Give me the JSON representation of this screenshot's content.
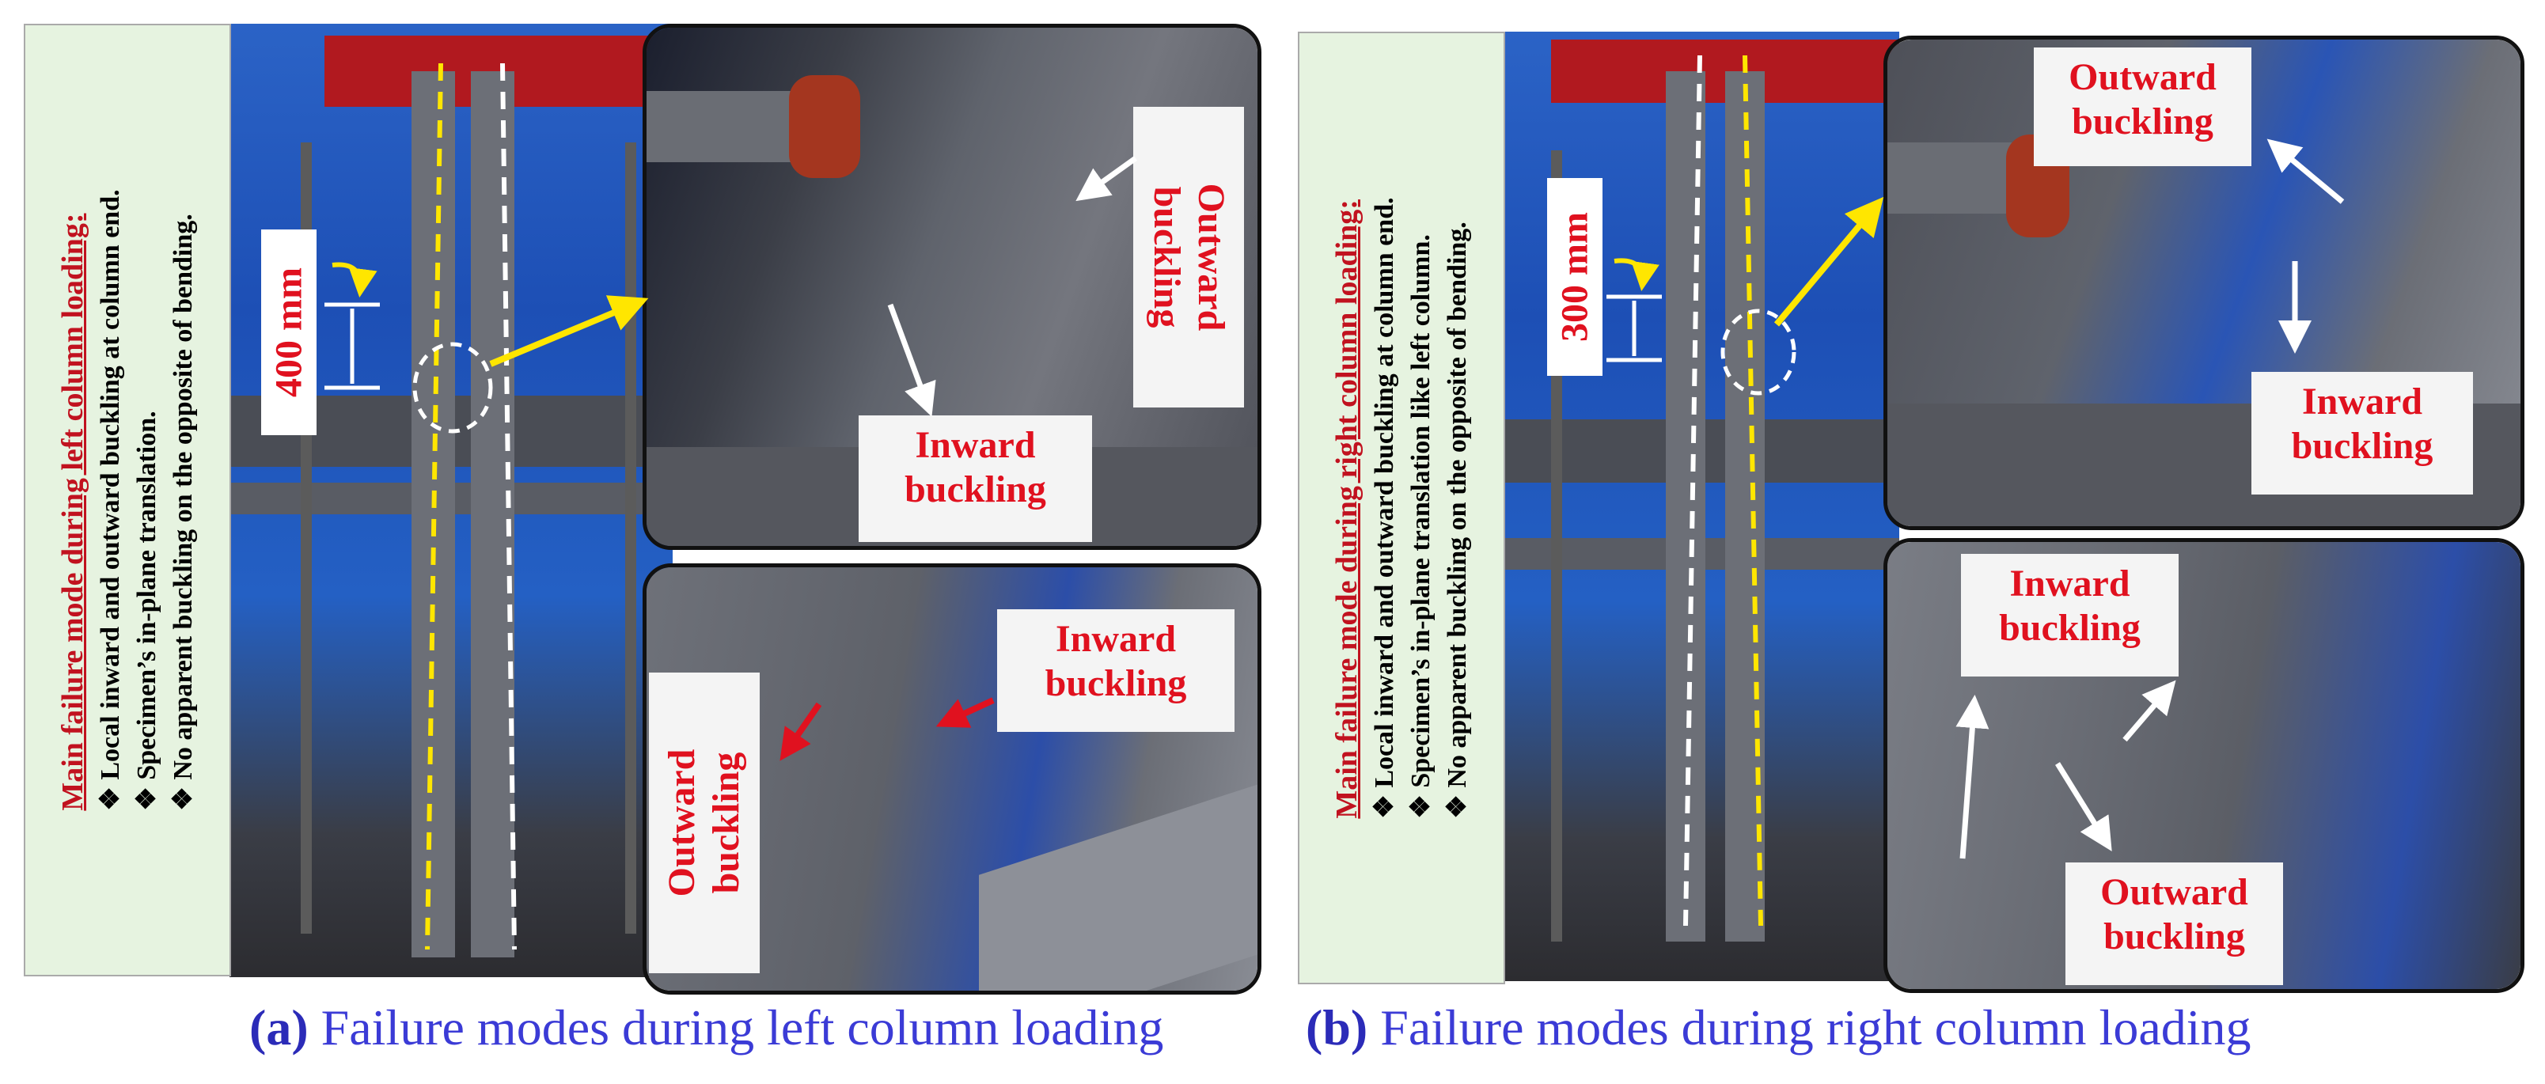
{
  "panel_a": {
    "side_title": "Main failure mode during left column loading:",
    "bullets": [
      "❖ Local inward and outward buckling at column end.",
      "❖ Specimen’s in-plane translation.",
      "❖ No apparent buckling on the opposite of bending."
    ],
    "dimension": "400 mm",
    "top_inset": {
      "label_vertical": "Outward\nbuckling",
      "label_bottom": "Inward\nbuckling"
    },
    "bottom_inset": {
      "label_vertical": "Outward\nbuckling",
      "label_top": "Inward\nbuckling"
    },
    "caption_tag": "(a)",
    "caption_text": " Failure modes during left column loading"
  },
  "panel_b": {
    "side_title": "Main failure mode during right column loading:",
    "bullets": [
      "❖ Local inward and outward buckling at column end.",
      "❖ Specimen’s in-plane translation like left column.",
      "❖ No apparent buckling on the opposite of bending."
    ],
    "dimension": "300 mm",
    "top_inset": {
      "label_top": "Outward\nbuckling",
      "label_bottom": "Inward\nbuckling"
    },
    "bottom_inset": {
      "label_top": "Inward\nbuckling",
      "label_bottom": "Outward\nbuckling"
    },
    "caption_tag": "(b)",
    "caption_text": " Failure modes during right column loading"
  },
  "colors": {
    "label_red": "#e0111f",
    "caption_blue": "#3b3bd6",
    "highlight_yellow": "#ffe600",
    "side_panel_green": "#e6f3e0"
  }
}
